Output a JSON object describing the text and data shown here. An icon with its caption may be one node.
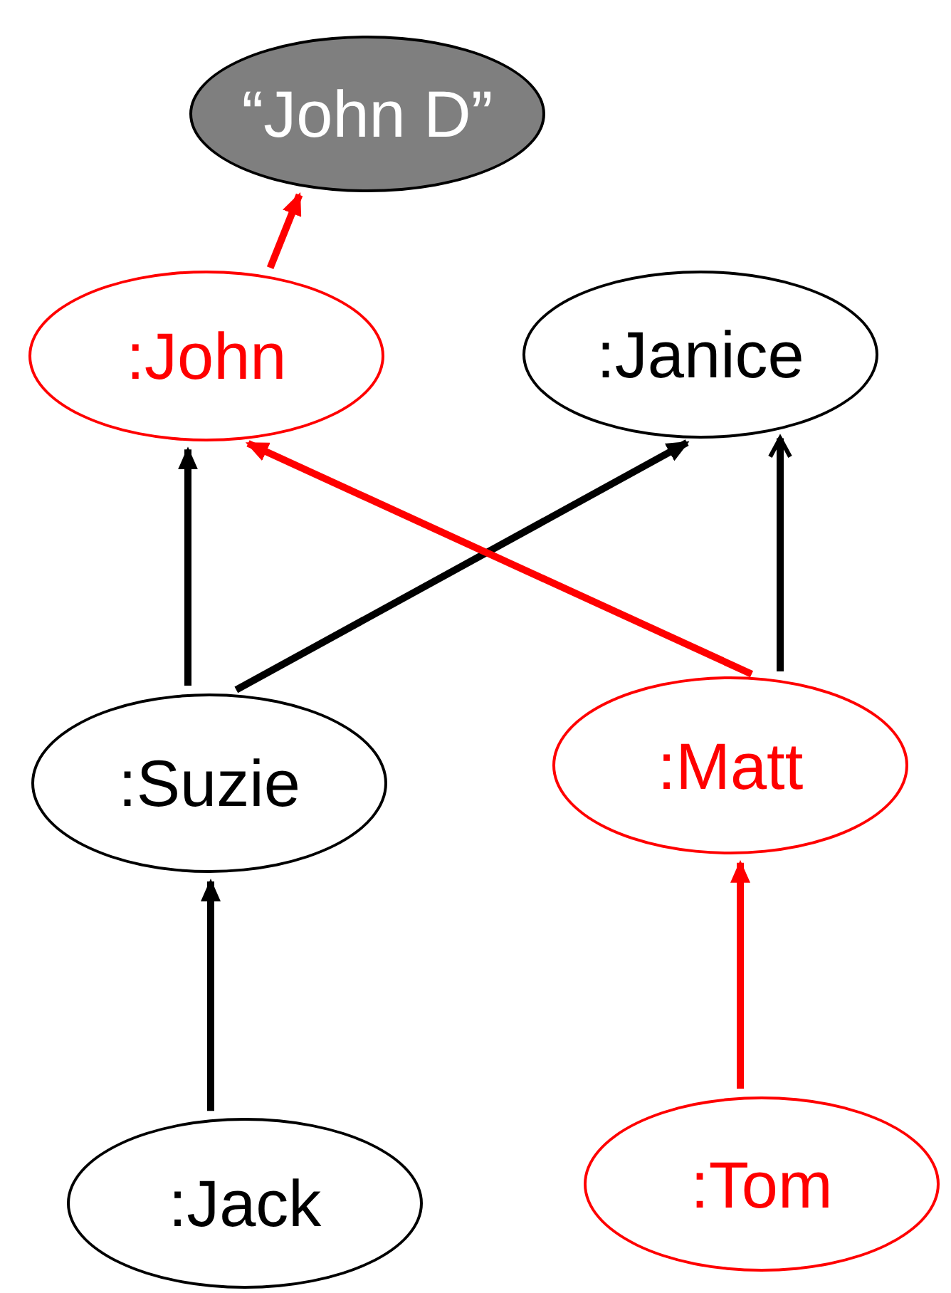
{
  "diagram": {
    "nodes": [
      {
        "text": [
          "“John D”"
        ]
      },
      {
        "text": [
          ":John"
        ]
      },
      {
        "text": [
          ":Janice"
        ]
      },
      {
        "text": [
          ":Suzie"
        ]
      },
      {
        "text": [
          ":Matt"
        ]
      },
      {
        "text": [
          ":Jack"
        ]
      },
      {
        "text": [
          ":Tom"
        ]
      }
    ],
    "edges": [
      {
        "from": 1,
        "to": 0,
        "arrow": "to",
        "color": "#ff0000"
      },
      {
        "from": 3,
        "to": 1,
        "arrow": "to"
      },
      {
        "from": 3,
        "to": 2,
        "arrow": "to"
      },
      {
        "from": 4,
        "to": 1,
        "arrow": "to",
        "color": "#ff0000"
      },
      {
        "from": 4,
        "to": 2,
        "arrow": "to"
      },
      {
        "from": 5,
        "to": 3,
        "arrow": "to"
      },
      {
        "from": 6,
        "to": 4,
        "arrow": "to",
        "color": "#ff0000"
      }
    ]
  }
}
